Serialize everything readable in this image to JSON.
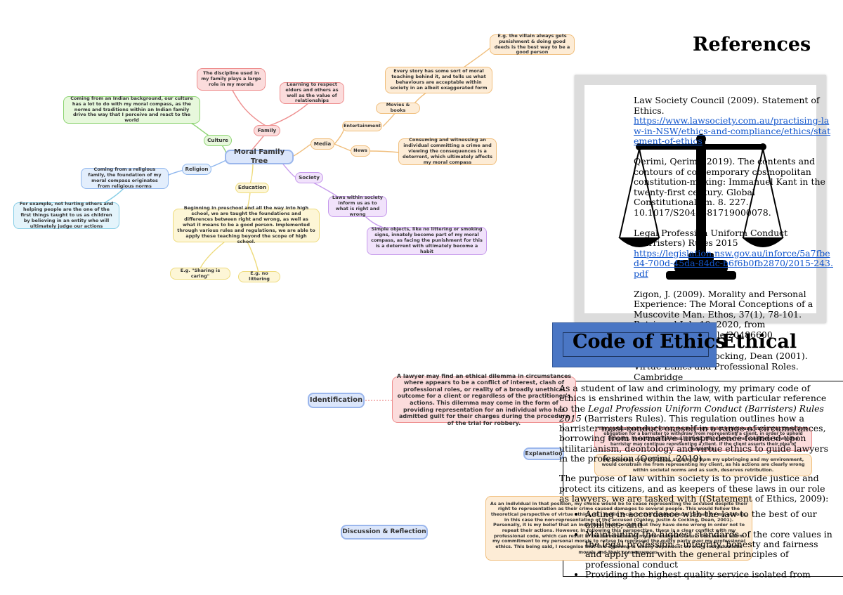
{
  "mind_map": {
    "root": "Moral Family Tree",
    "family": {
      "label": "Family",
      "discipline": "The discipline used in my family plays a large role in my morals",
      "elders": "Learning to respect elders and others as well as the value of relationships"
    },
    "culture": {
      "label": "Culture",
      "text": "Coming from an Indian background, our culture has a lot to do with my moral compass, as the norms and traditions within an Indian family drive the way that I perceive and react to the world"
    },
    "religion": {
      "label": "Religion",
      "text": "Coming from a religious family, the foundation of my moral compass originates from religious norms",
      "example": "For example, not hurting others and helping people are the one of the first things taught to us as children by believing in an entity who will ultimately judge our actions"
    },
    "education": {
      "label": "Education",
      "text": "Beginning in preschool and all the way into high school, we are taught the foundations and differences between right and wrong, as well as what it means to be a good person. Implemented through various rules and regulations, we are able to apply these teaching beyond the scope of high school.",
      "example1": "E.g. \"Sharing is caring\"",
      "example2": "E.g. no littering"
    },
    "media": {
      "label": "Media",
      "entertainment": "Entertainment",
      "movies": "Movies & books",
      "story": "Every story has some sort of moral teaching behind it, and tells us what behaviours are acceptable within society in an albeit exaggerated form",
      "villain": "E.g. the villain always gets punishment & doing good deeds is the best way to be a good person",
      "news": "News",
      "news_text": "Consuming and witnessing an individual committing a crime and viewing the consequences is a deterrent, which ultimately affects my moral compass"
    },
    "society": {
      "label": "Society",
      "laws": "Laws within society inform us as to what is right and wrong",
      "simple": "Simple objects, like no littering or smoking signs, innately become part of my moral compass, as facing the punishment for this is a deterrent with ultimately become a habit"
    }
  },
  "references": {
    "title": "References",
    "ref1": "Law Society Council (2009). Statement of Ethics.",
    "ref1_link": "https://www.lawsociety.com.au/practising-law-in-NSW/ethics-and-compliance/ethics/statement-of-ethics",
    "ref2": "Qerimi, Qerim. (2019). The contents and contours of contemporary cosmopolitan constitution-making: Immanuel Kant in the twenty-first century. Global Constitutionalism. 8. 227. 10.1017/S2045381719000078.",
    "ref3": "Legal Profession Uniform Conduct (Barristers) Rules 2015",
    "ref3_link": "https://legislation.nsw.gov.au/inforce/5a7fbed4-700d-45da-84dc-b6f6b0fb2870/2015-243.pdf",
    "ref4": "Zigon, J. (2009). Morality and Personal Experience: The Moral Conceptions of a Muscovite Man. Ethos, 37(1), 78-101. Retrieved July 19, 2020, from www.jstor.org/stable/20486600",
    "ref5": "Oakley, Justin & Cocking, Dean (2001). Virtue Ethics and Professional Roles. Cambridge"
  },
  "code_of_ethics": {
    "title": "Code of Ethics",
    "overlap_word": "Ethical",
    "para1_a": "As a student of law and criminology, my primary code of ethics is enshrined within the law, with particular reference to the ",
    "para1_italic": "Legal Profession Uniform Conduct (Barristers) Rules 2015",
    "para1_b": " (Barristers Rules). This regulation outlines how a barrister must conduct oneself in a range of circumstances, borrowing from normative jurisprudence founded upon utilitarianism, deontology and virtue ethics to guide lawyers in the profession (Qerimi, 2019).",
    "para2": "The purpose of law within society is to provide justice and protect its citizens, and as keepers of these laws in our role as lawyers, we are tasked with ((Statement of Ethics, 2009):",
    "bullets": [
      "Acting in accordance with the law to the best of our abilities; and",
      "Maintaining the highest standards of the core values in the legal profession – integrity, honesty and fairness and apply them with the general principles of professional conduct",
      "Providing the highest quality service isolated from"
    ]
  },
  "dilemma": {
    "identification_label": "Identification",
    "identification_text": "A lawyer may find an ethical dilemma in circumstances where appears to be a conflict of interest, clash of professional roles, or reality of a broadly unethical outcome for a client or regardless of the practitioner's actions. This dilemma may come in the form of providing representation for an individual who has admitted guilt for their charges during the procedure of the trial for robbery.",
    "barristers_text": "The professional code of ethics, the Barristers Rules in this case, states that there is no obligation for a barrister to withdraw from representing a client, in order to uphold integrity, honesty and fairness. Instead, there are several conditions to which a barrister may continue representing a client. If the client asserts their plea of innocence.",
    "explanation_label": "Explanation",
    "personal_text": "My personal code of ethics, stemming from my upbringing and my environment, would constrain me from representing my client, as his actions are clearly wrong within societal norms and as such, deserves retribution.",
    "discussion_label": "Discussion & Reflection",
    "discussion_text": "As an individual in that position, my choice would be to cease representing the accused despite their right to representation as their crime caused damages to several people. This would follow the theoretical perspective of virtue ethics, as I would focus on the consequences caused by my actions, in this case the non-representation of the accused (Oakley, Justin & Cocking, Dean, 2001). Personally, it is my belief that an individual must accept that they have done wrong in order not to repeat their actions. However, in following this perspective, there is a clear conflict with my professional code, which can result in the termination of my professional status. This would affirm my commitment to my personal morals to refuse to represent the guilty party over my professional ethics. This being said, I recognise that this dilemma is wholly dependent on one's individualistic morals and their consequences."
  }
}
